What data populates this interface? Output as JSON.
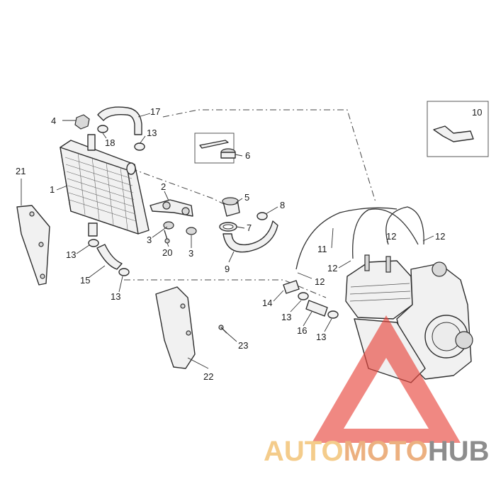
{
  "callouts": {
    "c1": "1",
    "c2": "2",
    "c3a": "3",
    "c3b": "3",
    "c4": "4",
    "c5": "5",
    "c6": "6",
    "c7": "7",
    "c8": "8",
    "c9": "9",
    "c10": "10",
    "c11": "11",
    "c12a": "12",
    "c12b": "12",
    "c12c": "12",
    "c12d": "12",
    "c13a": "13",
    "c13b": "13",
    "c13c": "13",
    "c13d": "13",
    "c13e": "13",
    "c14": "14",
    "c15": "15",
    "c16": "16",
    "c17": "17",
    "c18": "18",
    "c20": "20",
    "c21": "21",
    "c22": "22",
    "c23": "23"
  },
  "watermark": {
    "part1": "AUTO",
    "part2": "MOTO",
    "part3": "HUB",
    "color_light": "#f3c477",
    "color_mid": "#e9a36a",
    "color_dark": "#7a7a7a",
    "triangle_color": "#e8453c"
  }
}
